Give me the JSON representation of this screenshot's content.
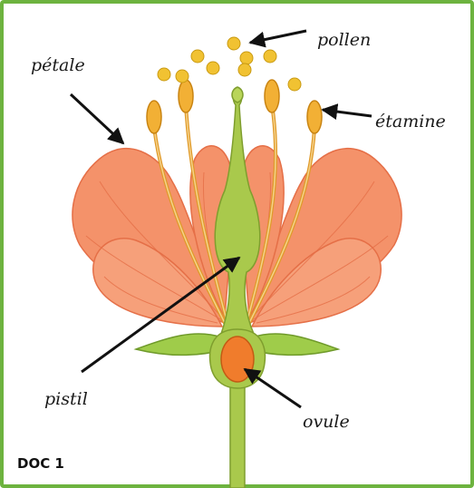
{
  "labels": {
    "pollen": "pollen",
    "petale": "pétale",
    "etamine": "étamine",
    "pistil": "pistil",
    "ovule": "ovule"
  },
  "caption": "DOC 1",
  "colors": {
    "frame": "#6db33f",
    "petal": "#f4926a",
    "petal_vein": "#e56f47",
    "pistil": "#a9c94c",
    "pistil_dark": "#7f9e2e",
    "stamen": "#f2b035",
    "pollen": "#f1c232",
    "ovule": "#f07c2c",
    "sepal": "#9fcc4a",
    "arrow": "#111111"
  }
}
